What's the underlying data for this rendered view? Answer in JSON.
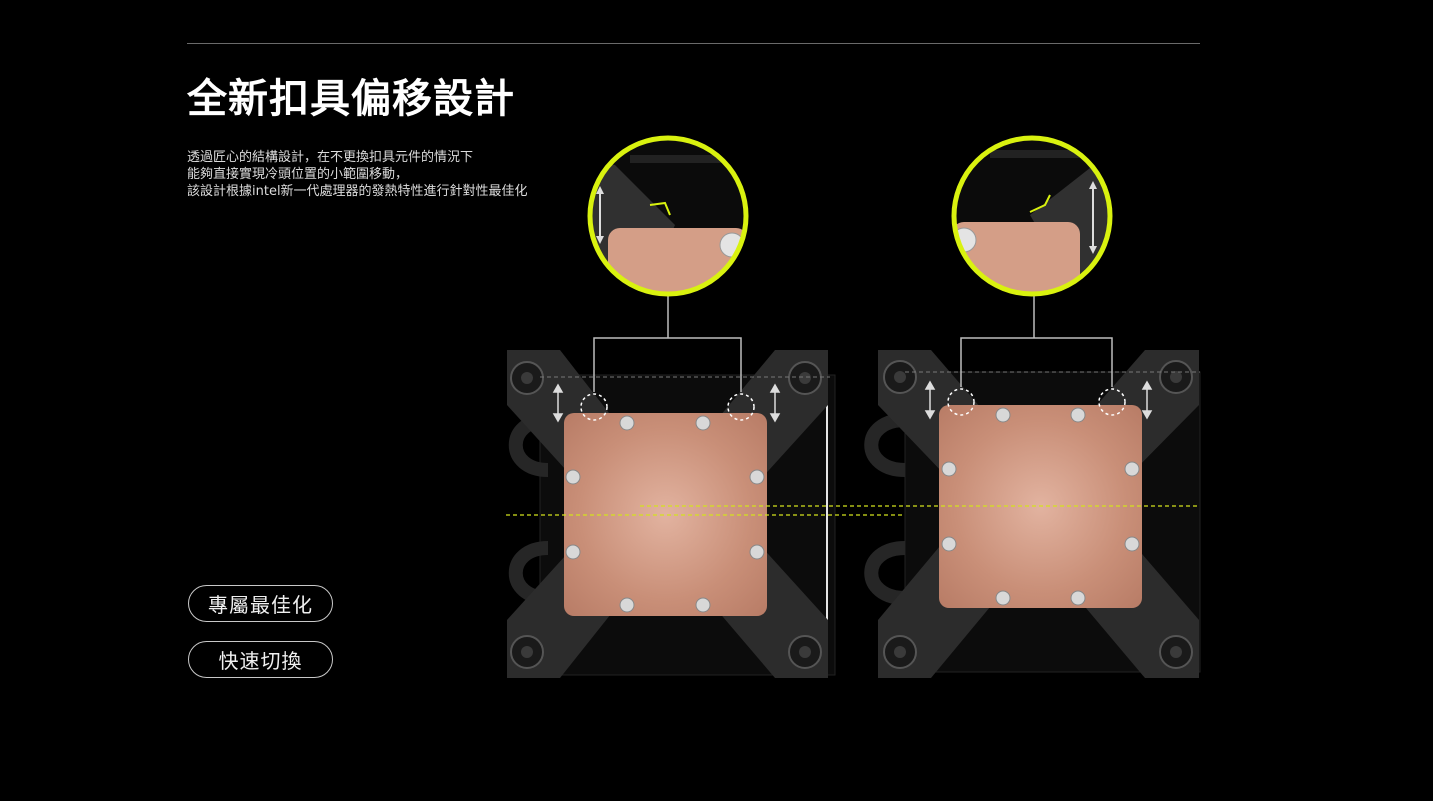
{
  "section": {
    "title": "全新扣具偏移設計",
    "description": [
      "透過匠心的結構設計，在不更換扣具元件的情況下",
      "能夠直接實現冷頭位置的小範圍移動，",
      "該設計根據intel新一代處理器的發熱特性進行針對性最佳化"
    ]
  },
  "buttons": [
    {
      "label": "專屬最佳化"
    },
    {
      "label": "快速切換"
    }
  ],
  "colors": {
    "background": "#000000",
    "accent_ring": "#d9f20f",
    "copper": "#c8907a",
    "bracket": "#2b2b2b",
    "guide_line": "#d4e21c"
  },
  "icons": [
    "magnifier-ring",
    "double-arrow-icon",
    "screw-icon",
    "mount-hole-icon"
  ]
}
